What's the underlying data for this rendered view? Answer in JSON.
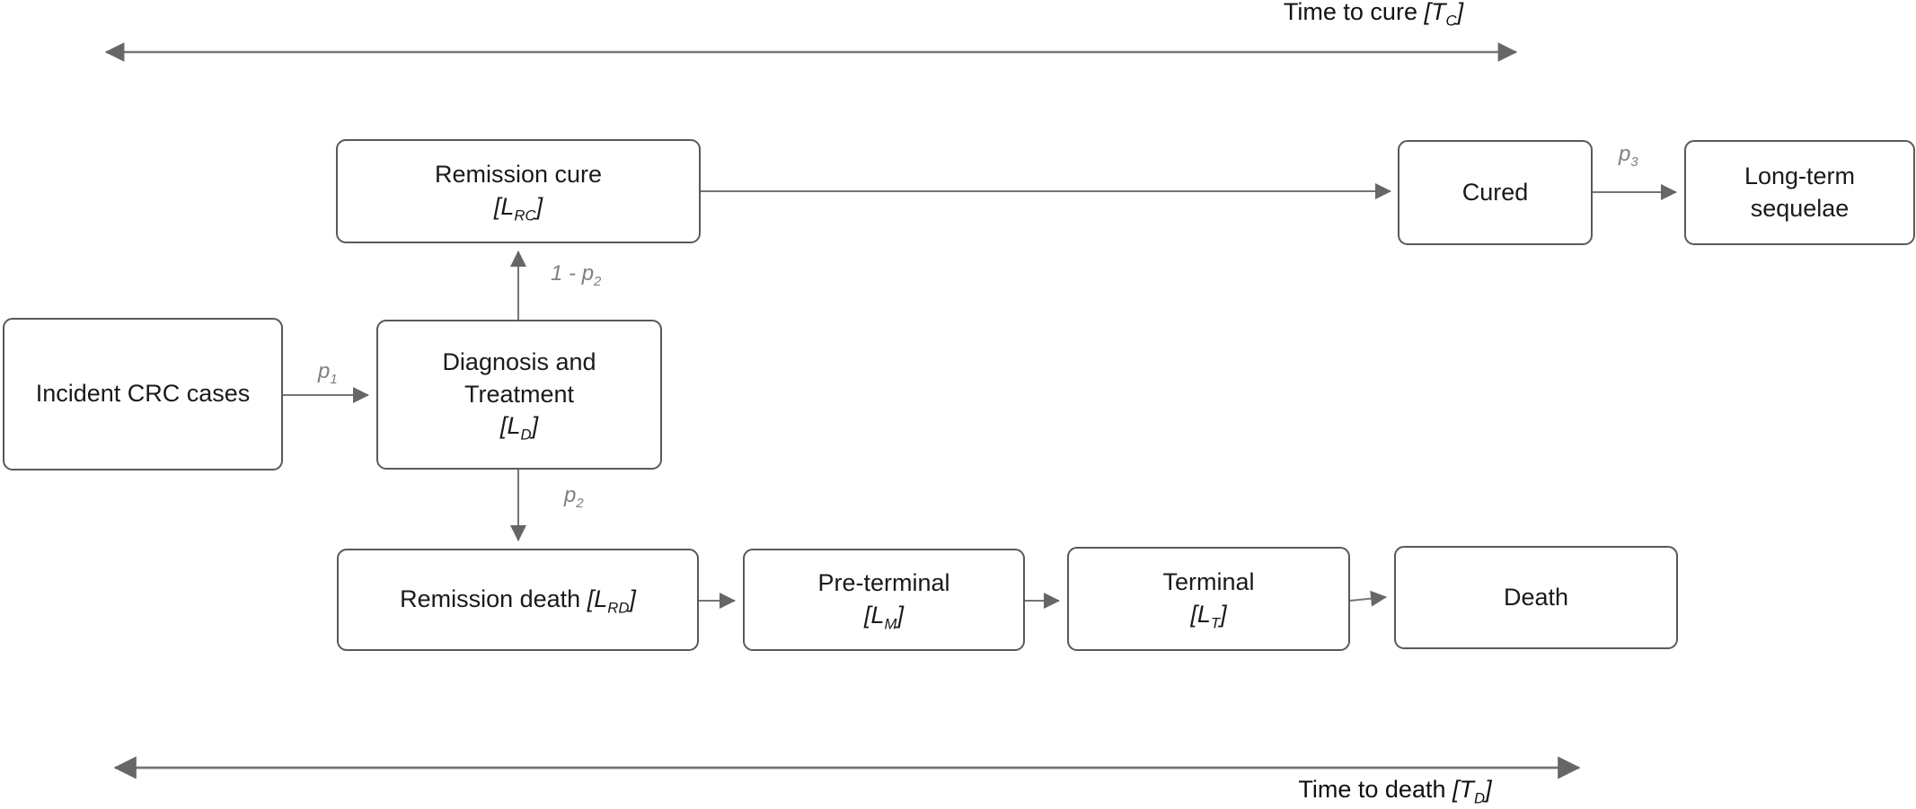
{
  "nodes": {
    "incident": {
      "label": "Incident CRC cases"
    },
    "diagnosis": {
      "line1": "Diagnosis and",
      "line2": "Treatment",
      "math": {
        "open": "[",
        "sym": "L",
        "sub": "D",
        "close": "]"
      }
    },
    "remission_cure": {
      "line1": "Remission cure",
      "math": {
        "open": "[",
        "sym": "L",
        "sub": "RC",
        "close": "]"
      }
    },
    "cured": {
      "label": "Cured"
    },
    "long_term_sequelae": {
      "line1": "Long-term",
      "line2": "sequelae"
    },
    "remission_death": {
      "text": "Remission death ",
      "math": {
        "open": "[",
        "sym": "L",
        "sub": "RD",
        "close": "]"
      }
    },
    "pre_terminal": {
      "line1": "Pre-terminal",
      "math": {
        "open": "[",
        "sym": "L",
        "sub": "M",
        "close": "]"
      }
    },
    "terminal": {
      "line1": "Terminal",
      "math": {
        "open": "[",
        "sym": "L",
        "sub": "T",
        "close": "]"
      }
    },
    "death": {
      "label": "Death"
    }
  },
  "transitions": {
    "p1": {
      "sym": "p",
      "sub": "1"
    },
    "one_minus_p2": {
      "pre": "1 - ",
      "sym": "p",
      "sub": "2"
    },
    "p2": {
      "sym": "p",
      "sub": "2"
    },
    "p3": {
      "sym": "p",
      "sub": "3"
    }
  },
  "timelines": {
    "cure": {
      "text": "Time to cure ",
      "math": {
        "open": "[",
        "sym": "T",
        "sub": "C",
        "close": "]"
      }
    },
    "death": {
      "text": "Time to death ",
      "math": {
        "open": "[",
        "sym": "T",
        "sub": "D",
        "close": "]"
      }
    }
  },
  "colors": {
    "box_border": "#595959",
    "arrow": "#757575",
    "arrowhead": "#666666",
    "prob_label": "#7f7f7f",
    "text": "#1a1a1a",
    "background": "#ffffff"
  }
}
